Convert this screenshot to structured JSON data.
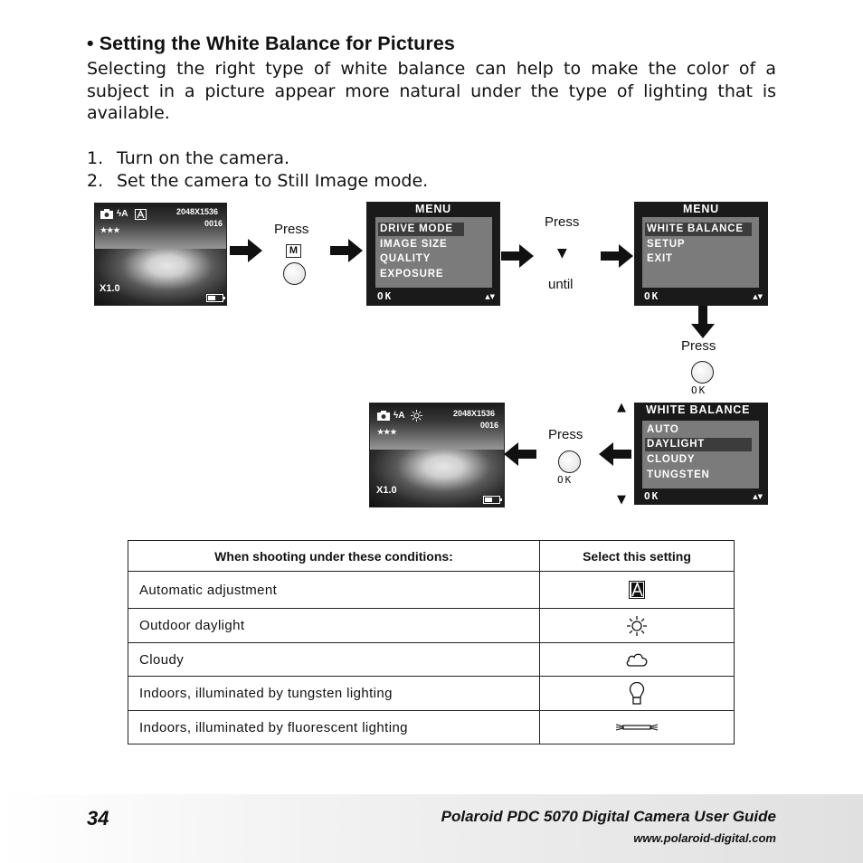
{
  "heading": "• Setting the White Balance for Pictures",
  "intro": "Selecting the right type of white balance can help to make the color of a subject in a picture appear more natural under the type of lighting that is available.",
  "steps": [
    {
      "num": "1.",
      "text": "Turn on the camera."
    },
    {
      "num": "2.",
      "text": "Set the camera to Still Image mode."
    }
  ],
  "diagram": {
    "preview1": {
      "resolution": "2048X1536",
      "count": "0016",
      "zoom": "X1.0",
      "quality": "★★★"
    },
    "press1": "Press",
    "m_key": "M",
    "menu1": {
      "title": "MENU",
      "items": [
        "DRIVE MODE",
        "IMAGE SIZE",
        "QUALITY",
        "EXPOSURE"
      ],
      "ok": "OK",
      "updown": "▲▼"
    },
    "press2": "Press",
    "down_arrow": "▼",
    "until": "until",
    "menu2": {
      "title": "MENU",
      "items": [
        "WHITE BALANCE",
        "SETUP",
        "EXIT"
      ],
      "ok": "OK",
      "updown": "▲▼"
    },
    "press3": "Press",
    "ok_key": "OK",
    "menu3": {
      "title": "WHITE BALANCE",
      "items": [
        "AUTO",
        "DAYLIGHT",
        "CLOUDY",
        "TUNGSTEN"
      ],
      "ok": "OK",
      "updown": "▲▼",
      "up": "▲",
      "down": "▼"
    },
    "press4": "Press",
    "ok_key2": "OK",
    "preview2": {
      "resolution": "2048X1536",
      "count": "0016",
      "zoom": "X1.0",
      "quality": "★★★"
    }
  },
  "table": {
    "headers": [
      "When shooting under these conditions:",
      "Select this setting"
    ],
    "rows": [
      {
        "condition": "Automatic adjustment",
        "icon": "auto-wb-icon"
      },
      {
        "condition": "Outdoor daylight",
        "icon": "sun-icon"
      },
      {
        "condition": "Cloudy",
        "icon": "cloud-icon"
      },
      {
        "condition": "Indoors, illuminated by tungsten lighting",
        "icon": "bulb-icon"
      },
      {
        "condition": "Indoors, illuminated by fluorescent lighting",
        "icon": "fluorescent-icon"
      }
    ]
  },
  "footer": {
    "page_number": "34",
    "guide_title": "Polaroid PDC 5070 Digital Camera User Guide",
    "url": "www.polaroid-digital.com"
  }
}
